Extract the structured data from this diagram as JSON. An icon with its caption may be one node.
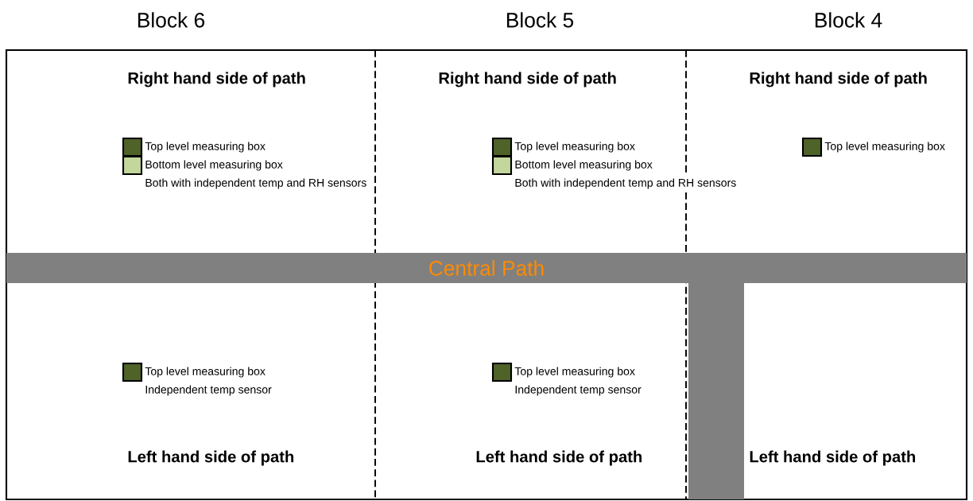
{
  "diagram": {
    "nodes": [
      {
        "text": [
          "Central Path"
        ]
      },
      {
        "text": [],
        "shape": "bar"
      }
    ],
    "labels": [
      "Block 6",
      "Block 5",
      "Block 4",
      "Right hand side of path",
      "Right hand side of path",
      "Right hand side of path",
      "Both with independent temp and RH sensors",
      "Both with independent temp and RH sensors",
      "Independent temp sensor",
      "Independent temp sensor",
      "Left hand side of path",
      "Left hand side of path",
      "Left hand side of path"
    ],
    "legend": [
      {
        "text": "Top level measuring box",
        "color": "#4f6228"
      },
      {
        "text": "Bottom level measuring box",
        "color": "#c3d69b"
      },
      {
        "text": "Top level measuring box",
        "color": "#4f6228"
      },
      {
        "text": "Bottom level measuring box",
        "color": "#c3d69b"
      },
      {
        "text": "Top level measuring box",
        "color": "#4f6228"
      },
      {
        "text": "Top level measuring box",
        "color": "#4f6228"
      },
      {
        "text": "Top level measuring box",
        "color": "#4f6228"
      }
    ]
  }
}
